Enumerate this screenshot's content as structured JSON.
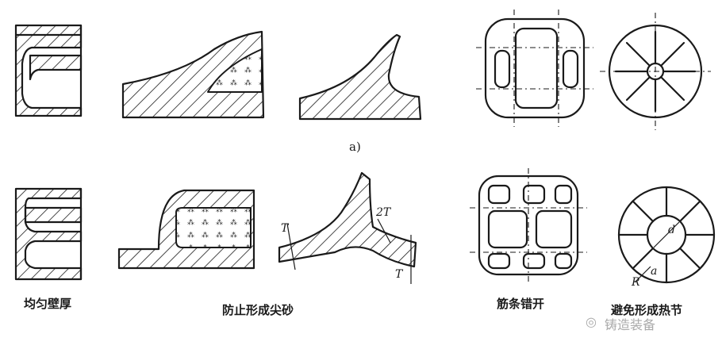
{
  "figure": {
    "sub_label": "a)",
    "captions": {
      "uniform_wall": "均匀壁厚",
      "prevent_sand": "防止形成尖砂",
      "ribs_staggered": "筋条错开",
      "avoid_hot_spot": "避免形成热节"
    },
    "dimension_labels": {
      "t_left": "T",
      "t_2": "2T",
      "t_right": "T",
      "d_label": "d",
      "a_label": "a",
      "r_label": "R"
    },
    "watermark": "铸造装备"
  }
}
